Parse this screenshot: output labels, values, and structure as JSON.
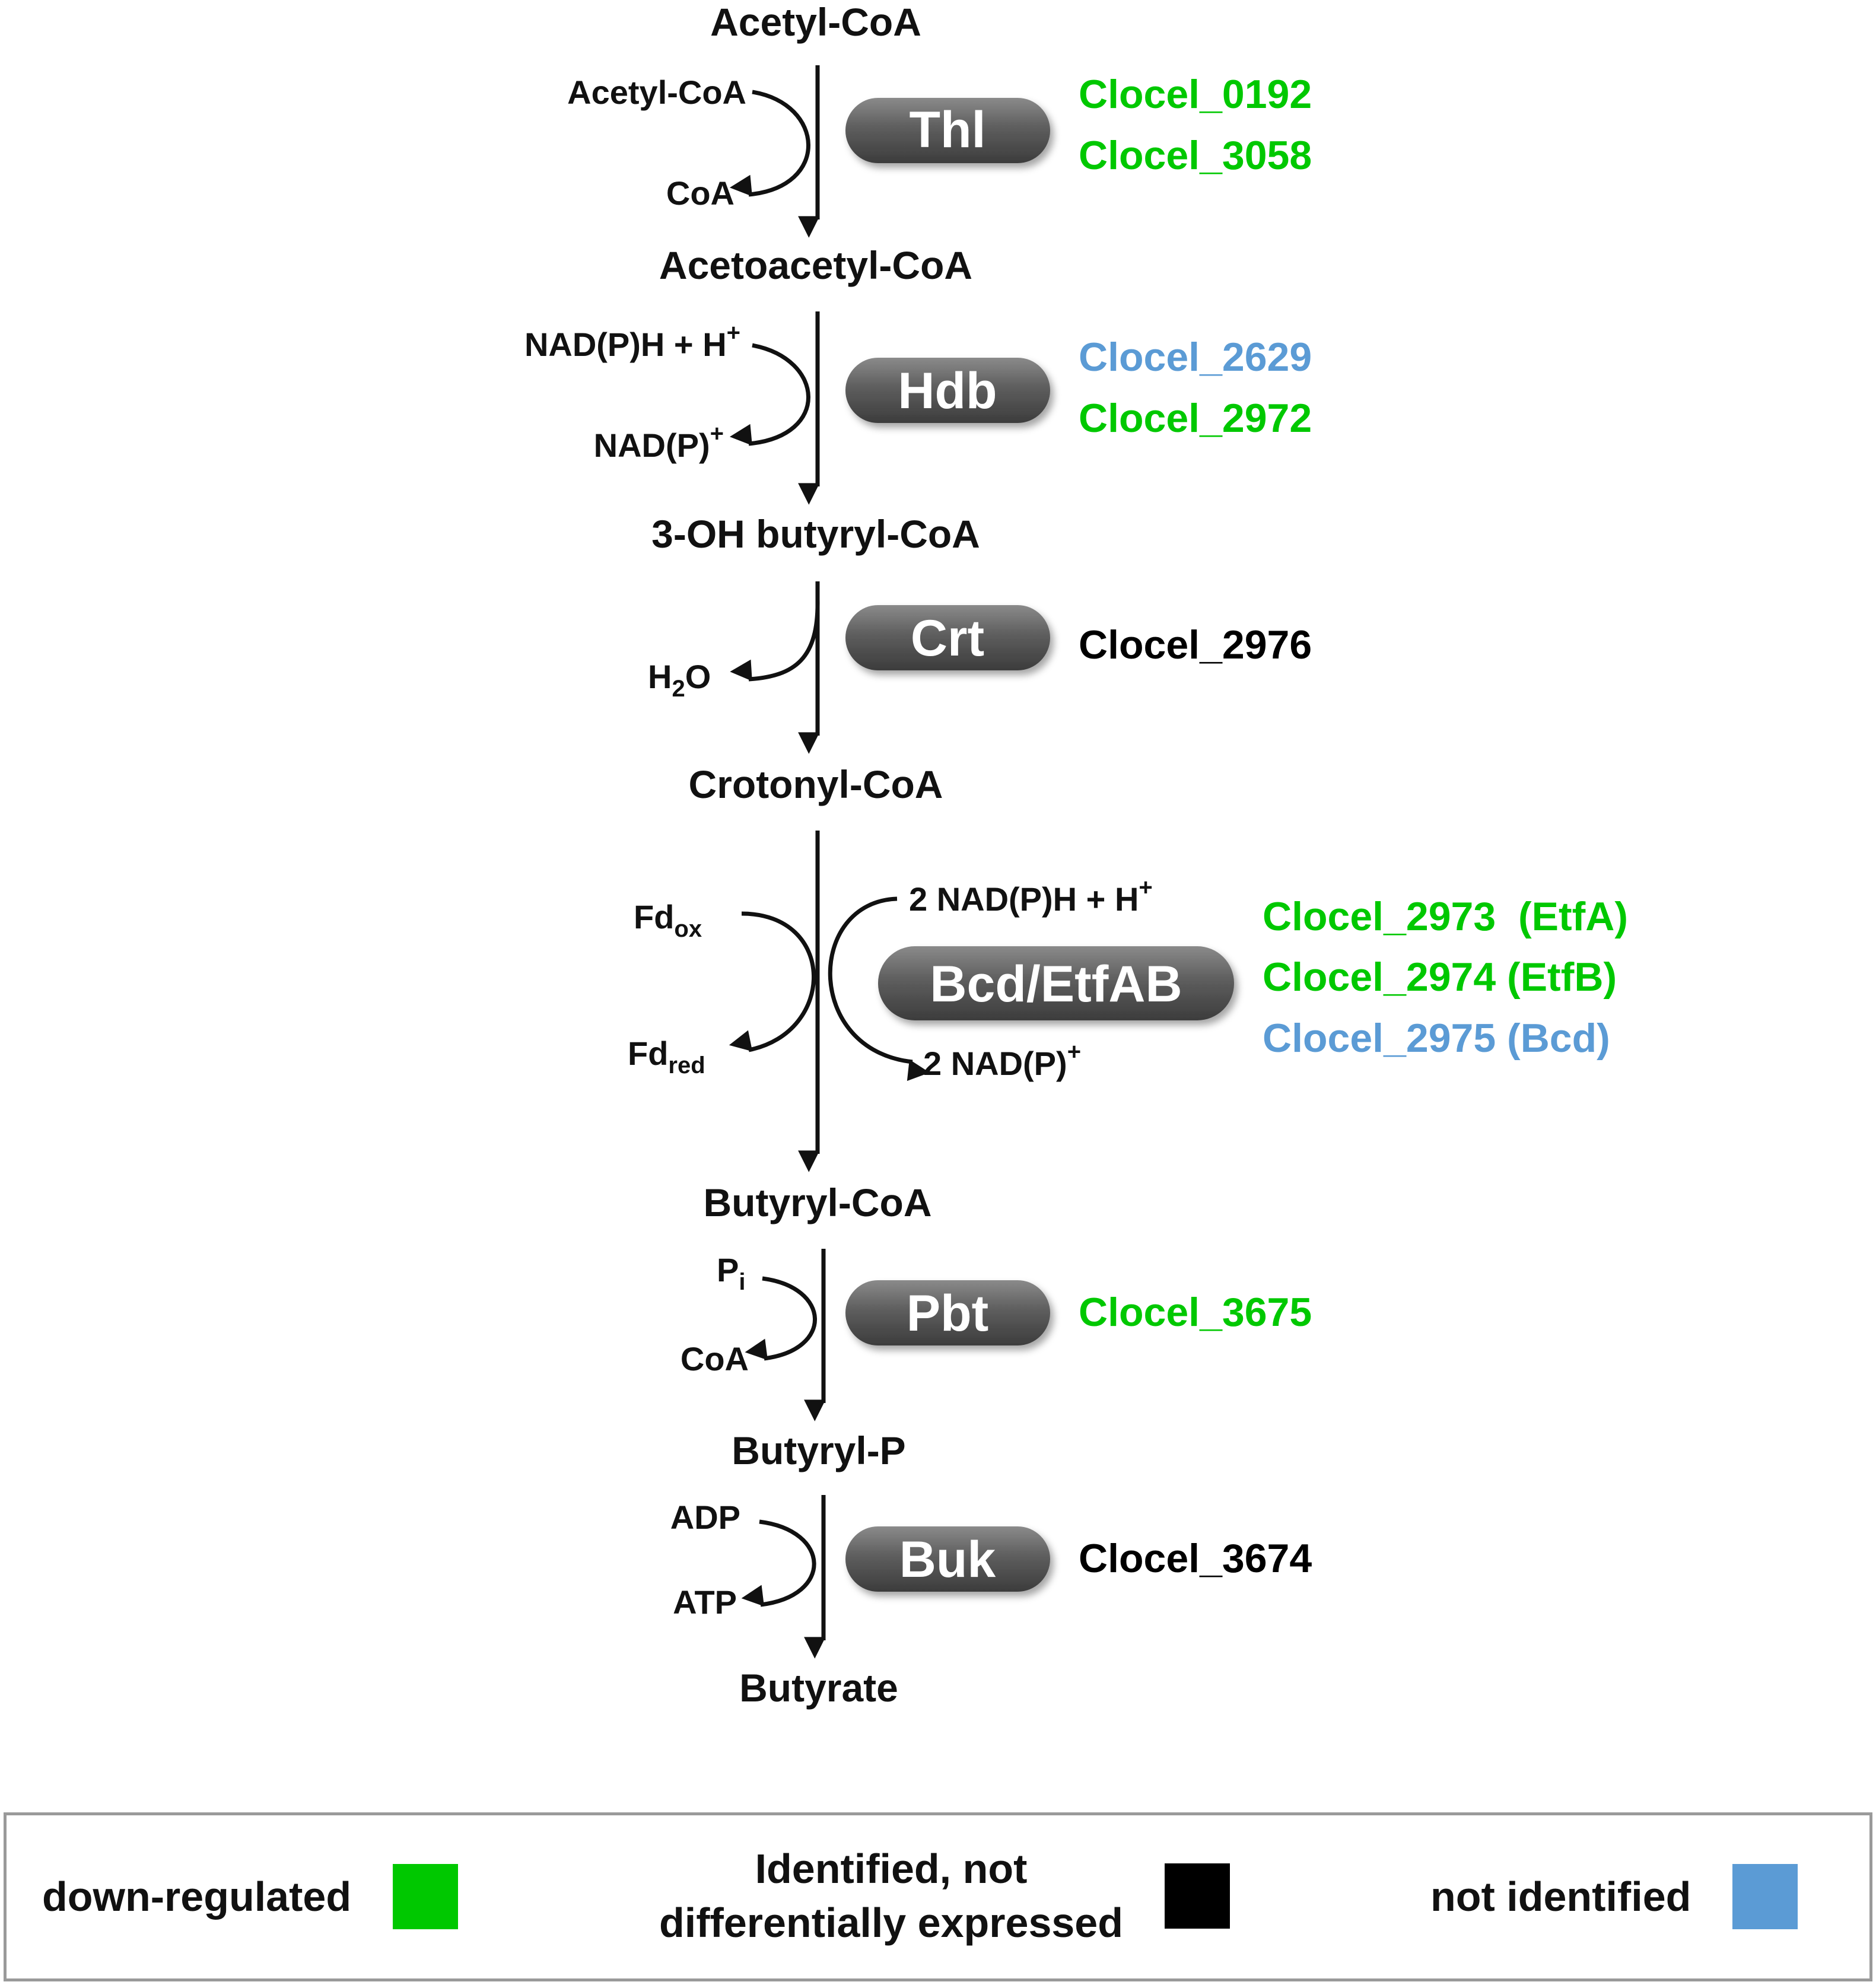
{
  "colors": {
    "down_regulated": "#00c800",
    "not_differential": "#000000",
    "not_identified": "#5b9bd5",
    "enzyme_pill": "#5e5e5e"
  },
  "metabolites": {
    "acetyl_coa": "Acetyl-CoA",
    "acetoacetyl_coa": "Acetoacetyl-CoA",
    "oh_butyryl_coa": "3-OH butyryl-CoA",
    "crotonyl_coa": "Crotonyl-CoA",
    "butyryl_coa": "Butyryl-CoA",
    "butyryl_p": "Butyryl-P",
    "butyrate": "Butyrate"
  },
  "cofactors": {
    "thl_in": "Acetyl-CoA",
    "thl_out": "CoA",
    "hdb_in": "NAD(P)H + H",
    "hdb_in_sup": "+",
    "hdb_out": "NAD(P)",
    "hdb_out_sup": "+",
    "crt_out": "H",
    "crt_out_sub": "2",
    "crt_out_tail": "O",
    "bcd_fd_in": "Fd",
    "bcd_fd_in_sub": "ox",
    "bcd_fd_out": "Fd",
    "bcd_fd_out_sub": "red",
    "bcd_nad_in": "2 NAD(P)H + H",
    "bcd_nad_in_sup": "+",
    "bcd_nad_out": "2 NAD(P)",
    "bcd_nad_out_sup": "+",
    "pbt_in": "P",
    "pbt_in_sub": "i",
    "pbt_out": "CoA",
    "buk_in": "ADP",
    "buk_out": "ATP"
  },
  "enzymes": {
    "thl": "Thl",
    "hdb": "Hdb",
    "crt": "Crt",
    "bcd": "Bcd/EtfAB",
    "pbt": "Pbt",
    "buk": "Buk"
  },
  "genes": {
    "thl": [
      {
        "label": "Clocel_0192",
        "status": "down_regulated"
      },
      {
        "label": "Clocel_3058",
        "status": "down_regulated"
      }
    ],
    "hdb": [
      {
        "label": "Clocel_2629",
        "status": "not_identified"
      },
      {
        "label": "Clocel_2972",
        "status": "down_regulated"
      }
    ],
    "crt": [
      {
        "label": "Clocel_2976",
        "status": "not_differential"
      }
    ],
    "bcd": [
      {
        "label": "Clocel_2973  (EtfA)",
        "status": "down_regulated"
      },
      {
        "label": "Clocel_2974 (EtfB)",
        "status": "down_regulated"
      },
      {
        "label": "Clocel_2975 (Bcd)",
        "status": "not_identified"
      }
    ],
    "pbt": [
      {
        "label": "Clocel_3675",
        "status": "down_regulated"
      }
    ],
    "buk": [
      {
        "label": "Clocel_3674",
        "status": "not_differential"
      }
    ]
  },
  "legend": {
    "down_regulated": "down-regulated",
    "not_differential_line1": "Identified, not",
    "not_differential_line2": "differentially expressed",
    "not_identified": "not identified"
  }
}
